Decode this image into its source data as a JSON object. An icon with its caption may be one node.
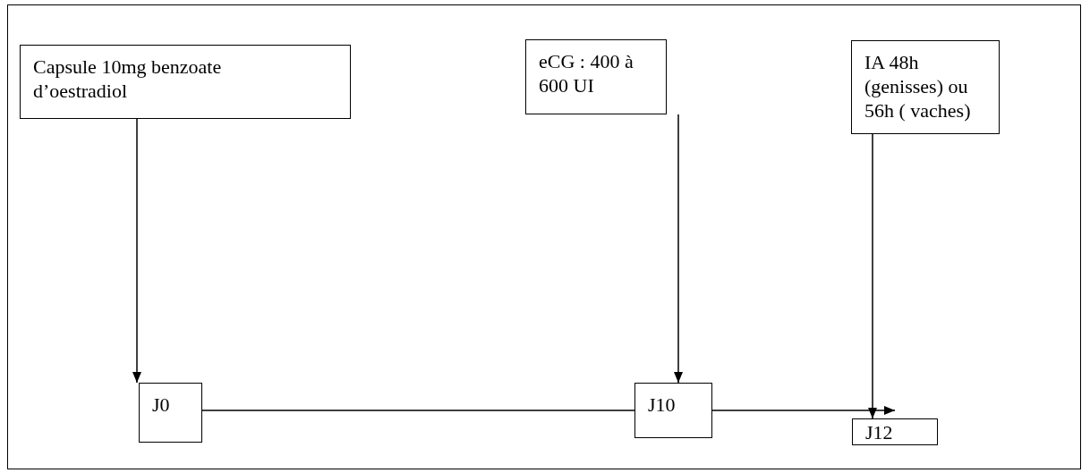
{
  "diagram": {
    "nodes": [
      {
        "text": [
          "Capsule 10mg benzoate d’oestradiol"
        ]
      },
      {
        "text": [
          "eCG : 400 à 600 UI"
        ]
      },
      {
        "text": [
          "IA 48h (genisses) ou 56h ( vaches)"
        ]
      },
      {
        "text": [
          "J0"
        ]
      },
      {
        "text": [
          "J10"
        ]
      },
      {
        "text": [
          "J12"
        ]
      }
    ],
    "edges": [
      {
        "from": 0,
        "to": 3,
        "arrow": "to"
      },
      {
        "from": 1,
        "to": 4,
        "arrow": "to"
      },
      {
        "from": 2,
        "to": 5,
        "arrow": "to"
      },
      {
        "from": 3,
        "to": 4,
        "arrow": "none"
      },
      {
        "from": 4,
        "to": 5,
        "arrow": "to"
      }
    ]
  }
}
